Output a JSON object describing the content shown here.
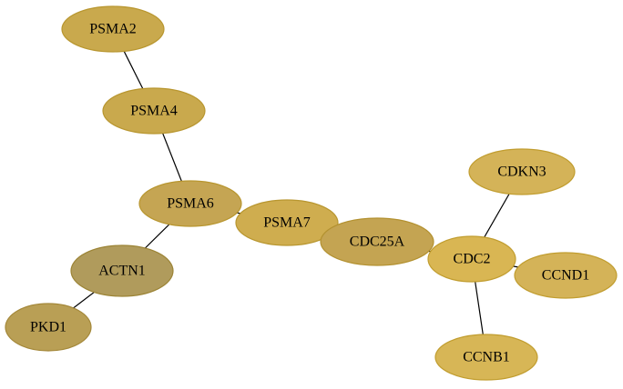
{
  "graph": {
    "nodes": [
      {
        "id": "PSMA2",
        "label": "PSMA2",
        "fill": "#c9a94d",
        "stroke": "#b8962f"
      },
      {
        "id": "PSMA4",
        "label": "PSMA4",
        "fill": "#c9a94d",
        "stroke": "#b8962f"
      },
      {
        "id": "PSMA6",
        "label": "PSMA6",
        "fill": "#c5a553",
        "stroke": "#b8962f"
      },
      {
        "id": "PSMA7",
        "label": "PSMA7",
        "fill": "#cfad4f",
        "stroke": "#b8962f"
      },
      {
        "id": "CDC25A",
        "label": "CDC25A",
        "fill": "#c4a452",
        "stroke": "#b39130"
      },
      {
        "id": "CDC2",
        "label": "CDC2",
        "fill": "#d9b653",
        "stroke": "#c19d2f"
      },
      {
        "id": "CDKN3",
        "label": "CDKN3",
        "fill": "#d4b358",
        "stroke": "#c19d2f"
      },
      {
        "id": "CCND1",
        "label": "CCND1",
        "fill": "#d4b358",
        "stroke": "#c19d2f"
      },
      {
        "id": "CCNB1",
        "label": "CCNB1",
        "fill": "#d7b656",
        "stroke": "#c19d2f"
      },
      {
        "id": "ACTN1",
        "label": "ACTN1",
        "fill": "#b09b5c",
        "stroke": "#9c8436"
      },
      {
        "id": "PKD1",
        "label": "PKD1",
        "fill": "#b99f55",
        "stroke": "#a4883a"
      }
    ],
    "edges": [
      [
        "PSMA2",
        "PSMA4"
      ],
      [
        "PSMA4",
        "PSMA6"
      ],
      [
        "PSMA6",
        "PSMA7"
      ],
      [
        "PSMA6",
        "ACTN1"
      ],
      [
        "ACTN1",
        "PKD1"
      ],
      [
        "PSMA7",
        "CDC25A"
      ],
      [
        "CDC25A",
        "CDC2"
      ],
      [
        "CDC2",
        "CDKN3"
      ],
      [
        "CDC2",
        "CCND1"
      ],
      [
        "CDC2",
        "CCNB1"
      ]
    ]
  }
}
